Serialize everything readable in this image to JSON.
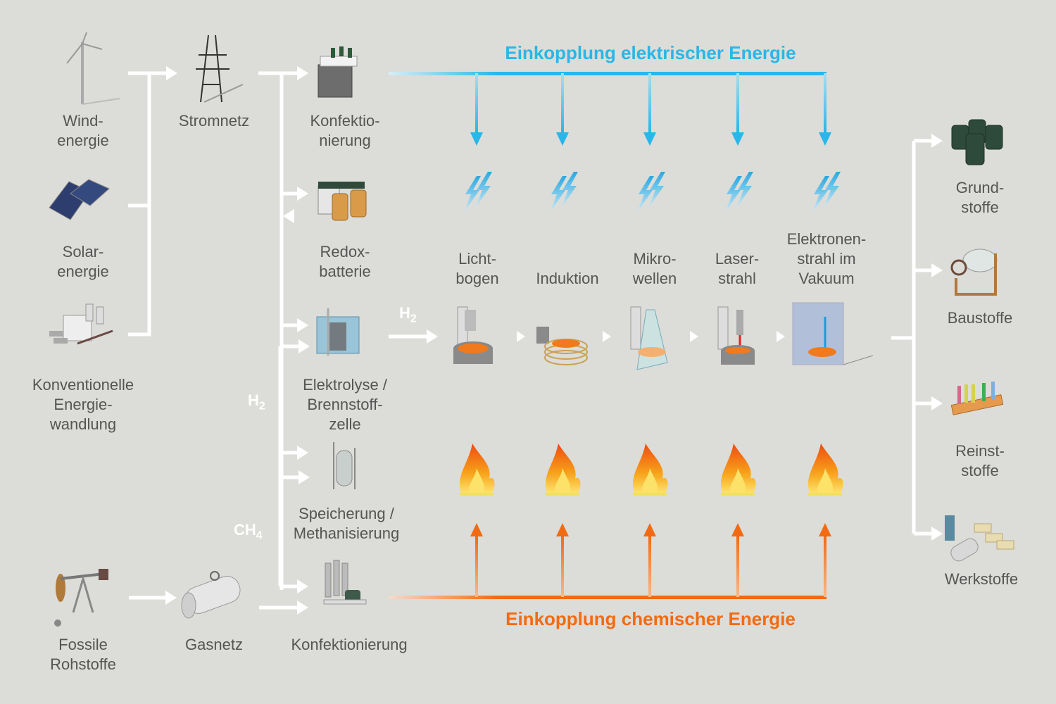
{
  "titles": {
    "electric": "Einkopplung elektrischer Energie",
    "chemical": "Einkopplung chemischer Energie"
  },
  "colors": {
    "background": "#dcdcd8",
    "electric": "#29b6e8",
    "chemical": "#f26b12",
    "connector": "#ffffff",
    "label": "#555555"
  },
  "sources": [
    {
      "id": "wind",
      "label": "Wind-\nenergie",
      "icon": "wind-turbine-icon"
    },
    {
      "id": "solar",
      "label": "Solar-\nenergie",
      "icon": "solar-panel-icon"
    },
    {
      "id": "conventional",
      "label": "Konventionelle\nEnergie-\nwandlung",
      "icon": "power-plant-icon"
    },
    {
      "id": "fossil",
      "label": "Fossile\nRohstoffe",
      "icon": "oil-pump-icon"
    }
  ],
  "networks": [
    {
      "id": "grid",
      "label": "Stromnetz",
      "icon": "power-pylon-icon"
    },
    {
      "id": "gas",
      "label": "Gasnetz",
      "icon": "gas-pipeline-icon"
    }
  ],
  "conversion": [
    {
      "id": "conf-elec",
      "label": "Konfektio-\nnierung",
      "icon": "transformer-icon"
    },
    {
      "id": "redox",
      "label": "Redox-\nbatterie",
      "icon": "redox-battery-icon"
    },
    {
      "id": "electrolysis",
      "label": "Elektrolyse /\nBrennstoff-\nzelle",
      "icon": "electrolyzer-icon"
    },
    {
      "id": "storage",
      "label": "Speicherung /\nMethanisierung",
      "icon": "storage-tank-icon"
    },
    {
      "id": "conf-chem",
      "label": "Konfektionierung",
      "icon": "refinery-icon"
    }
  ],
  "chem_labels": {
    "h2_right": {
      "main": "H",
      "sub": "2"
    },
    "h2_left": {
      "main": "H",
      "sub": "2"
    },
    "ch4": {
      "main": "CH",
      "sub": "4"
    }
  },
  "processes": [
    {
      "id": "arc",
      "label": "Licht-\nbogen",
      "icon": "arc-furnace-icon"
    },
    {
      "id": "induction",
      "label": "Induktion",
      "icon": "induction-furnace-icon"
    },
    {
      "id": "microwave",
      "label": "Mikro-\nwellen",
      "icon": "microwave-furnace-icon"
    },
    {
      "id": "laser",
      "label": "Laser-\nstrahl",
      "icon": "laser-furnace-icon"
    },
    {
      "id": "ebeam",
      "label": "Elektronen-\nstrahl im\nVakuum",
      "icon": "electron-beam-vacuum-icon"
    }
  ],
  "products": [
    {
      "id": "basic",
      "label": "Grund-\nstoffe",
      "icon": "barrels-icon"
    },
    {
      "id": "building",
      "label": "Baustoffe",
      "icon": "cement-mixer-icon"
    },
    {
      "id": "pure",
      "label": "Reinst-\nstoffe",
      "icon": "test-tubes-icon"
    },
    {
      "id": "materials",
      "label": "Werkstoffe",
      "icon": "bricks-pipes-icon"
    }
  ]
}
